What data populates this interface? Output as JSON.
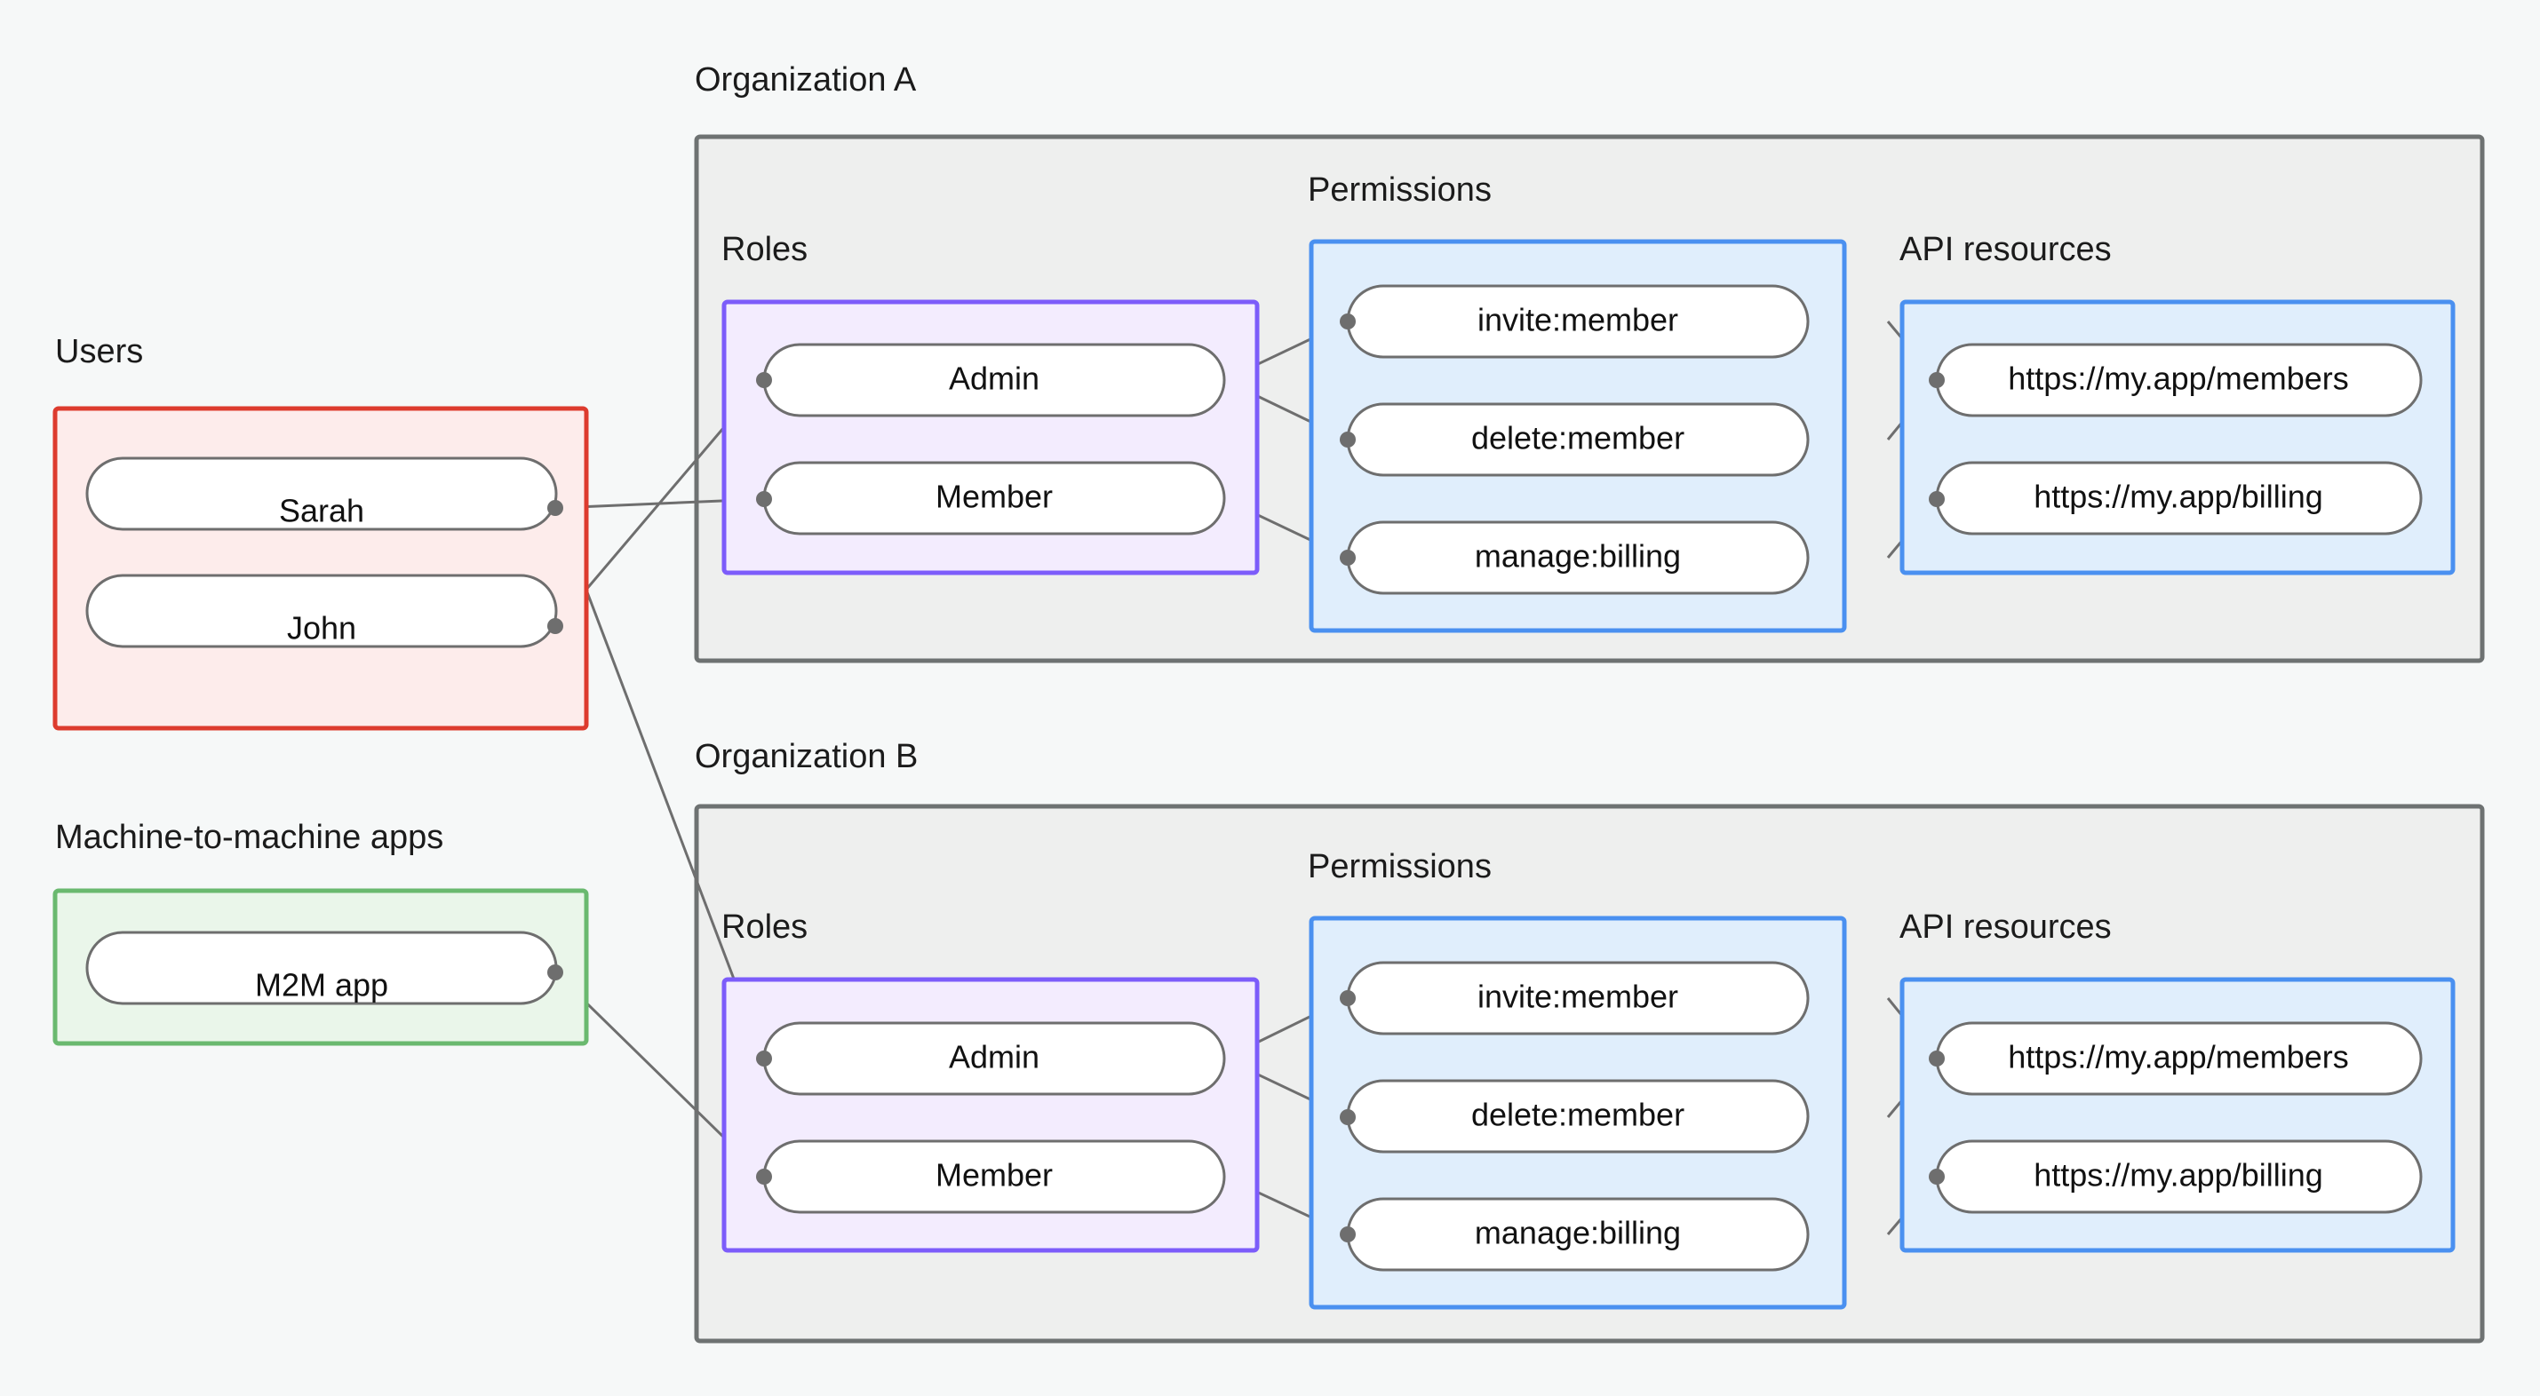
{
  "diagram": {
    "title_visible": false,
    "background_color": "#f6f8f8",
    "groups": {
      "users": {
        "label": "Users",
        "border_color": "#dd3b2e",
        "fill_color": "#fdeceb",
        "nodes": [
          {
            "label": "Sarah"
          },
          {
            "label": "John"
          }
        ]
      },
      "m2m": {
        "label": "Machine-to-machine apps",
        "border_color": "#6ab96f",
        "fill_color": "#eaf6ea",
        "nodes": [
          {
            "label": "M2M app"
          }
        ]
      },
      "org_a": {
        "label": "Organization A",
        "border_color": "#6e7272",
        "fill_color": "#eeefee",
        "roles": {
          "label": "Roles",
          "border_color": "#7c5cfa",
          "fill_color": "#f3ecfe",
          "nodes": [
            {
              "label": "Admin"
            },
            {
              "label": "Member"
            }
          ]
        },
        "permissions": {
          "label": "Permissions",
          "border_color": "#4a90f0",
          "fill_color": "#e0eefc",
          "nodes": [
            {
              "label": "invite:member"
            },
            {
              "label": "delete:member"
            },
            {
              "label": "manage:billing"
            }
          ]
        },
        "api_resources": {
          "label": "API resources",
          "border_color": "#4a90f0",
          "fill_color": "#e0eefc",
          "nodes": [
            {
              "label": "https://my.app/members"
            },
            {
              "label": "https://my.app/billing"
            }
          ]
        }
      },
      "org_b": {
        "label": "Organization B",
        "border_color": "#6e7272",
        "fill_color": "#eeefee",
        "roles": {
          "label": "Roles",
          "border_color": "#7c5cfa",
          "fill_color": "#f3ecfe",
          "nodes": [
            {
              "label": "Admin"
            },
            {
              "label": "Member"
            }
          ]
        },
        "permissions": {
          "label": "Permissions",
          "border_color": "#4a90f0",
          "fill_color": "#e0eefc",
          "nodes": [
            {
              "label": "invite:member"
            },
            {
              "label": "delete:member"
            },
            {
              "label": "manage:billing"
            }
          ]
        },
        "api_resources": {
          "label": "API resources",
          "border_color": "#4a90f0",
          "fill_color": "#e0eefc",
          "nodes": [
            {
              "label": "https://my.app/members"
            },
            {
              "label": "https://my.app/billing"
            }
          ]
        }
      }
    },
    "connections": [
      {
        "from": "Sarah",
        "to": "Organization A / Member"
      },
      {
        "from": "Sarah",
        "to": "Organization B / Admin"
      },
      {
        "from": "John",
        "to": "Organization A / Admin"
      },
      {
        "from": "M2M app",
        "to": "Organization B / Member"
      },
      {
        "from": "Organization A / Admin",
        "to": "invite:member"
      },
      {
        "from": "Organization A / Admin",
        "to": "delete:member"
      },
      {
        "from": "Organization A / Member",
        "to": "manage:billing"
      },
      {
        "from": "Organization A / invite:member",
        "to": "https://my.app/members"
      },
      {
        "from": "Organization A / delete:member",
        "to": "https://my.app/members"
      },
      {
        "from": "Organization A / manage:billing",
        "to": "https://my.app/billing"
      },
      {
        "from": "Organization B / Admin",
        "to": "invite:member"
      },
      {
        "from": "Organization B / Admin",
        "to": "delete:member"
      },
      {
        "from": "Organization B / Member",
        "to": "manage:billing"
      },
      {
        "from": "Organization B / invite:member",
        "to": "https://my.app/members"
      },
      {
        "from": "Organization B / delete:member",
        "to": "https://my.app/members"
      },
      {
        "from": "Organization B / manage:billing",
        "to": "https://my.app/billing"
      }
    ]
  }
}
